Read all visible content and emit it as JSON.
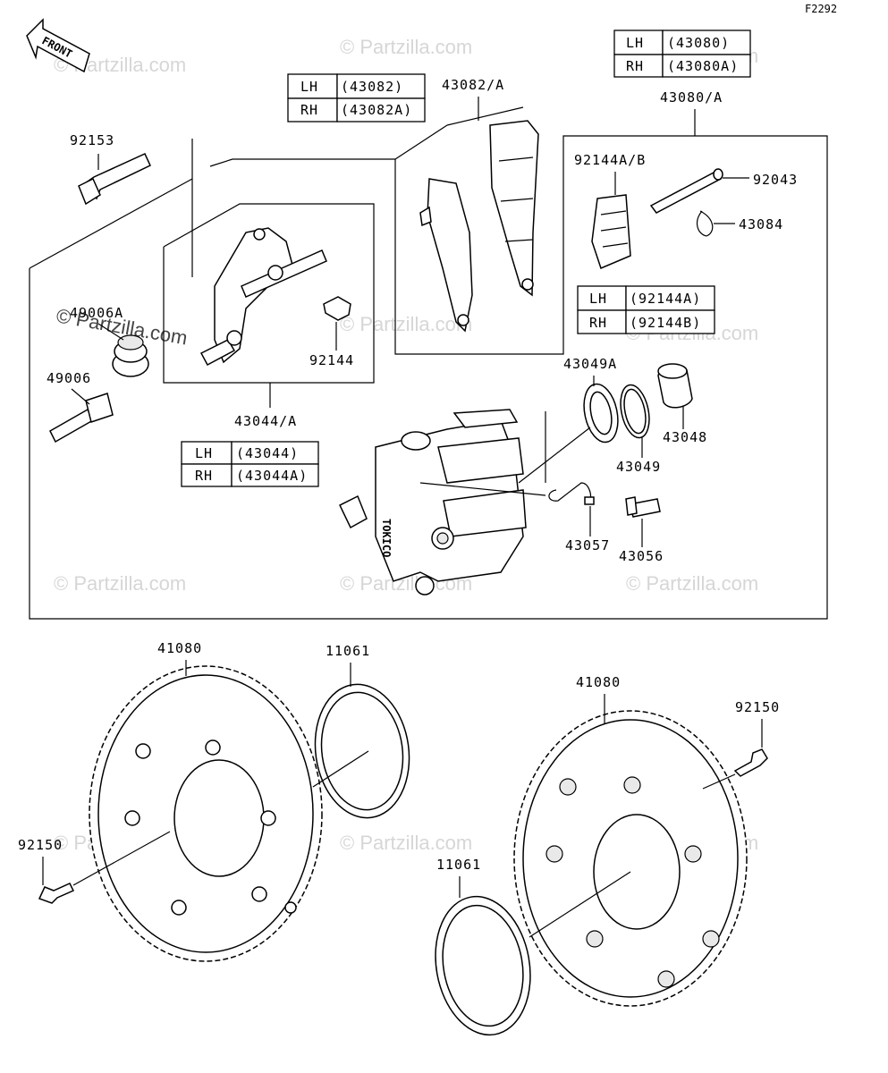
{
  "figure_code": "F2292",
  "front_label": "FRONT",
  "watermark": "© Partzilla.com",
  "watermark_secondary": "© Partzilla.com",
  "parts": {
    "p92153": "92153",
    "p49006A": "49006A",
    "p49006": "49006",
    "p92144": "92144",
    "p43044A": "43044/A",
    "p43082A": "43082/A",
    "p43080A": "43080/A",
    "p92144AB": "92144A/B",
    "p92043": "92043",
    "p43084": "43084",
    "p43049A": "43049A",
    "p43048": "43048",
    "p43049": "43049",
    "p43057": "43057",
    "p43056": "43056",
    "p41080_left": "41080",
    "p11061_top": "11061",
    "p41080_right": "41080",
    "p92150_right": "92150",
    "p92150_left": "92150",
    "p11061_bottom": "11061"
  },
  "caliper_text": "TOKICO",
  "tables": {
    "t43080": {
      "r1c1": "LH",
      "r1c2": "(43080)",
      "r2c1": "RH",
      "r2c2": "(43080A)"
    },
    "t43082": {
      "r1c1": "LH",
      "r1c2": "(43082)",
      "r2c1": "RH",
      "r2c2": "(43082A)"
    },
    "t92144": {
      "r1c1": "LH",
      "r1c2": "(92144A)",
      "r2c1": "RH",
      "r2c2": "(92144B)"
    },
    "t43044": {
      "r1c1": "LH",
      "r1c2": "(43044)",
      "r2c1": "RH",
      "r2c2": "(43044A)"
    }
  }
}
